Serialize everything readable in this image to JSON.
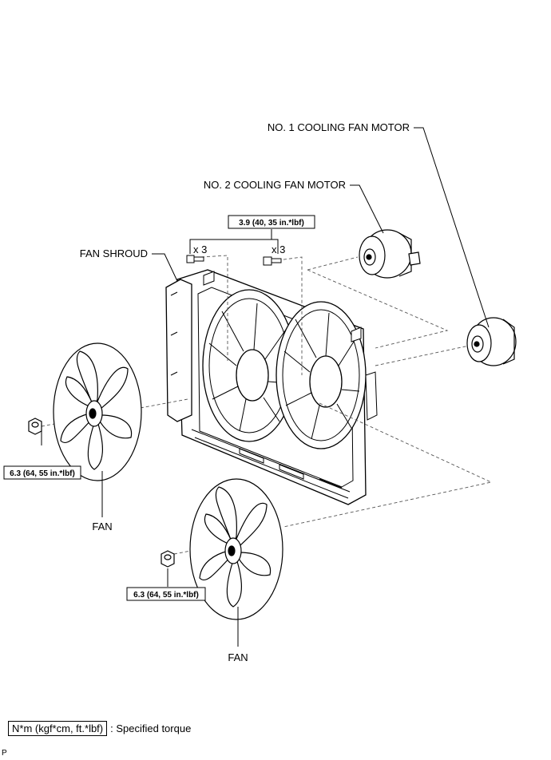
{
  "labels": {
    "motor1": "NO. 1 COOLING FAN MOTOR",
    "motor2": "NO. 2 COOLING FAN MOTOR",
    "shroud": "FAN SHROUD",
    "fan_left": "FAN",
    "fan_bottom": "FAN",
    "qty_left": "x 3",
    "qty_right": "x 3"
  },
  "torque": {
    "bolts": "3.9 (40, 35 in.*lbf)",
    "nut_left": "6.3 (64, 55 in.*lbf)",
    "nut_bottom": "6.3 (64, 55 in.*lbf)"
  },
  "legend": {
    "unit_box": "N*m (kgf*cm, ft.*lbf)",
    "description": ": Specified torque"
  },
  "corner_mark": "P"
}
